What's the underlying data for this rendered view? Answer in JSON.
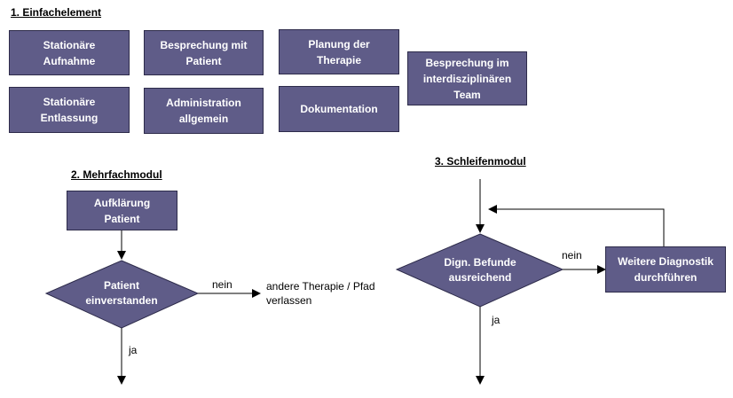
{
  "section1": {
    "title": "1. Einfachelement",
    "boxes": {
      "stationaere_aufnahme": "Stationäre\nAufnahme",
      "besprechung_patient": "Besprechung mit\nPatient",
      "planung_therapie": "Planung der\nTherapie",
      "besprechung_team": "Besprechung im\ninterdisziplinären\nTeam",
      "stationaere_entlassung": "Stationäre\nEntlassung",
      "administration": "Administration\nallgemein",
      "dokumentation": "Dokumentation"
    }
  },
  "section2": {
    "title": "2. Mehrfachmodul",
    "box": "Aufklärung\nPatient",
    "decision": "Patient\neinverstanden",
    "no_label": "nein",
    "no_target": "andere Therapie / Pfad\nverlassen",
    "yes_label": "ja"
  },
  "section3": {
    "title": "3. Schleifenmodul",
    "decision": "Dign. Befunde\nausreichend",
    "no_label": "nein",
    "box": "Weitere Diagnostik\ndurchführen",
    "yes_label": "ja"
  },
  "colors": {
    "box_fill": "#5f5c88",
    "box_border": "#2d2b4a",
    "line": "#000000"
  }
}
